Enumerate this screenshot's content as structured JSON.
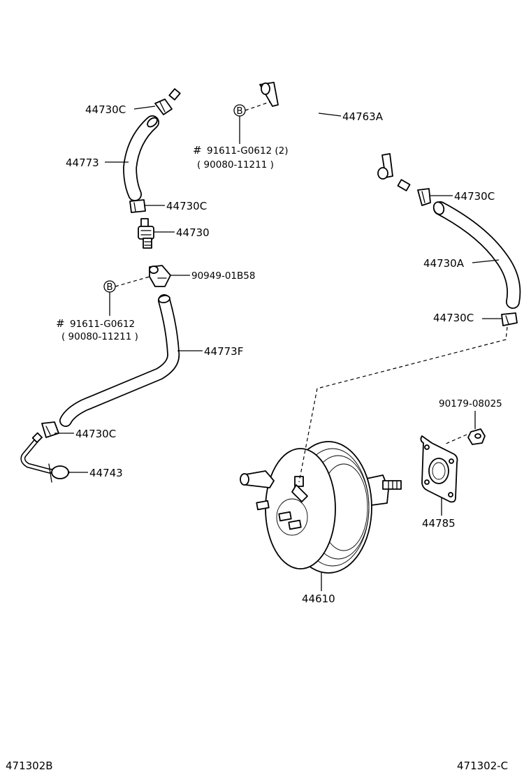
{
  "diagram": {
    "labels": {
      "clamp_top_left": "44730C",
      "pipe_44763A": "44763A",
      "hose_44773": "44773",
      "bolt_top_mark": "#",
      "bolt_top_part": "91611-G0612 (2)",
      "bolt_top_alt": "( 90080-11211 )",
      "clamp_right_upper": "44730C",
      "clamp_mid_left": "44730C",
      "check_valve": "44730",
      "hose_44730A": "44730A",
      "union_90949": "90949-01B58",
      "bolt_mid_mark": "#",
      "bolt_mid_part": "91611-G0612",
      "bolt_mid_alt": "( 90080-11211 )",
      "clamp_right_lower": "44730C",
      "hose_44773F": "44773F",
      "nut_90179": "90179-08025",
      "clamp_lower_left": "44730C",
      "pipe_44743": "44743",
      "gasket_44785": "44785",
      "booster_44610": "44610",
      "bolt_symbol_b": "B",
      "footer_left": "471302B",
      "footer_right": "471302-C"
    }
  }
}
